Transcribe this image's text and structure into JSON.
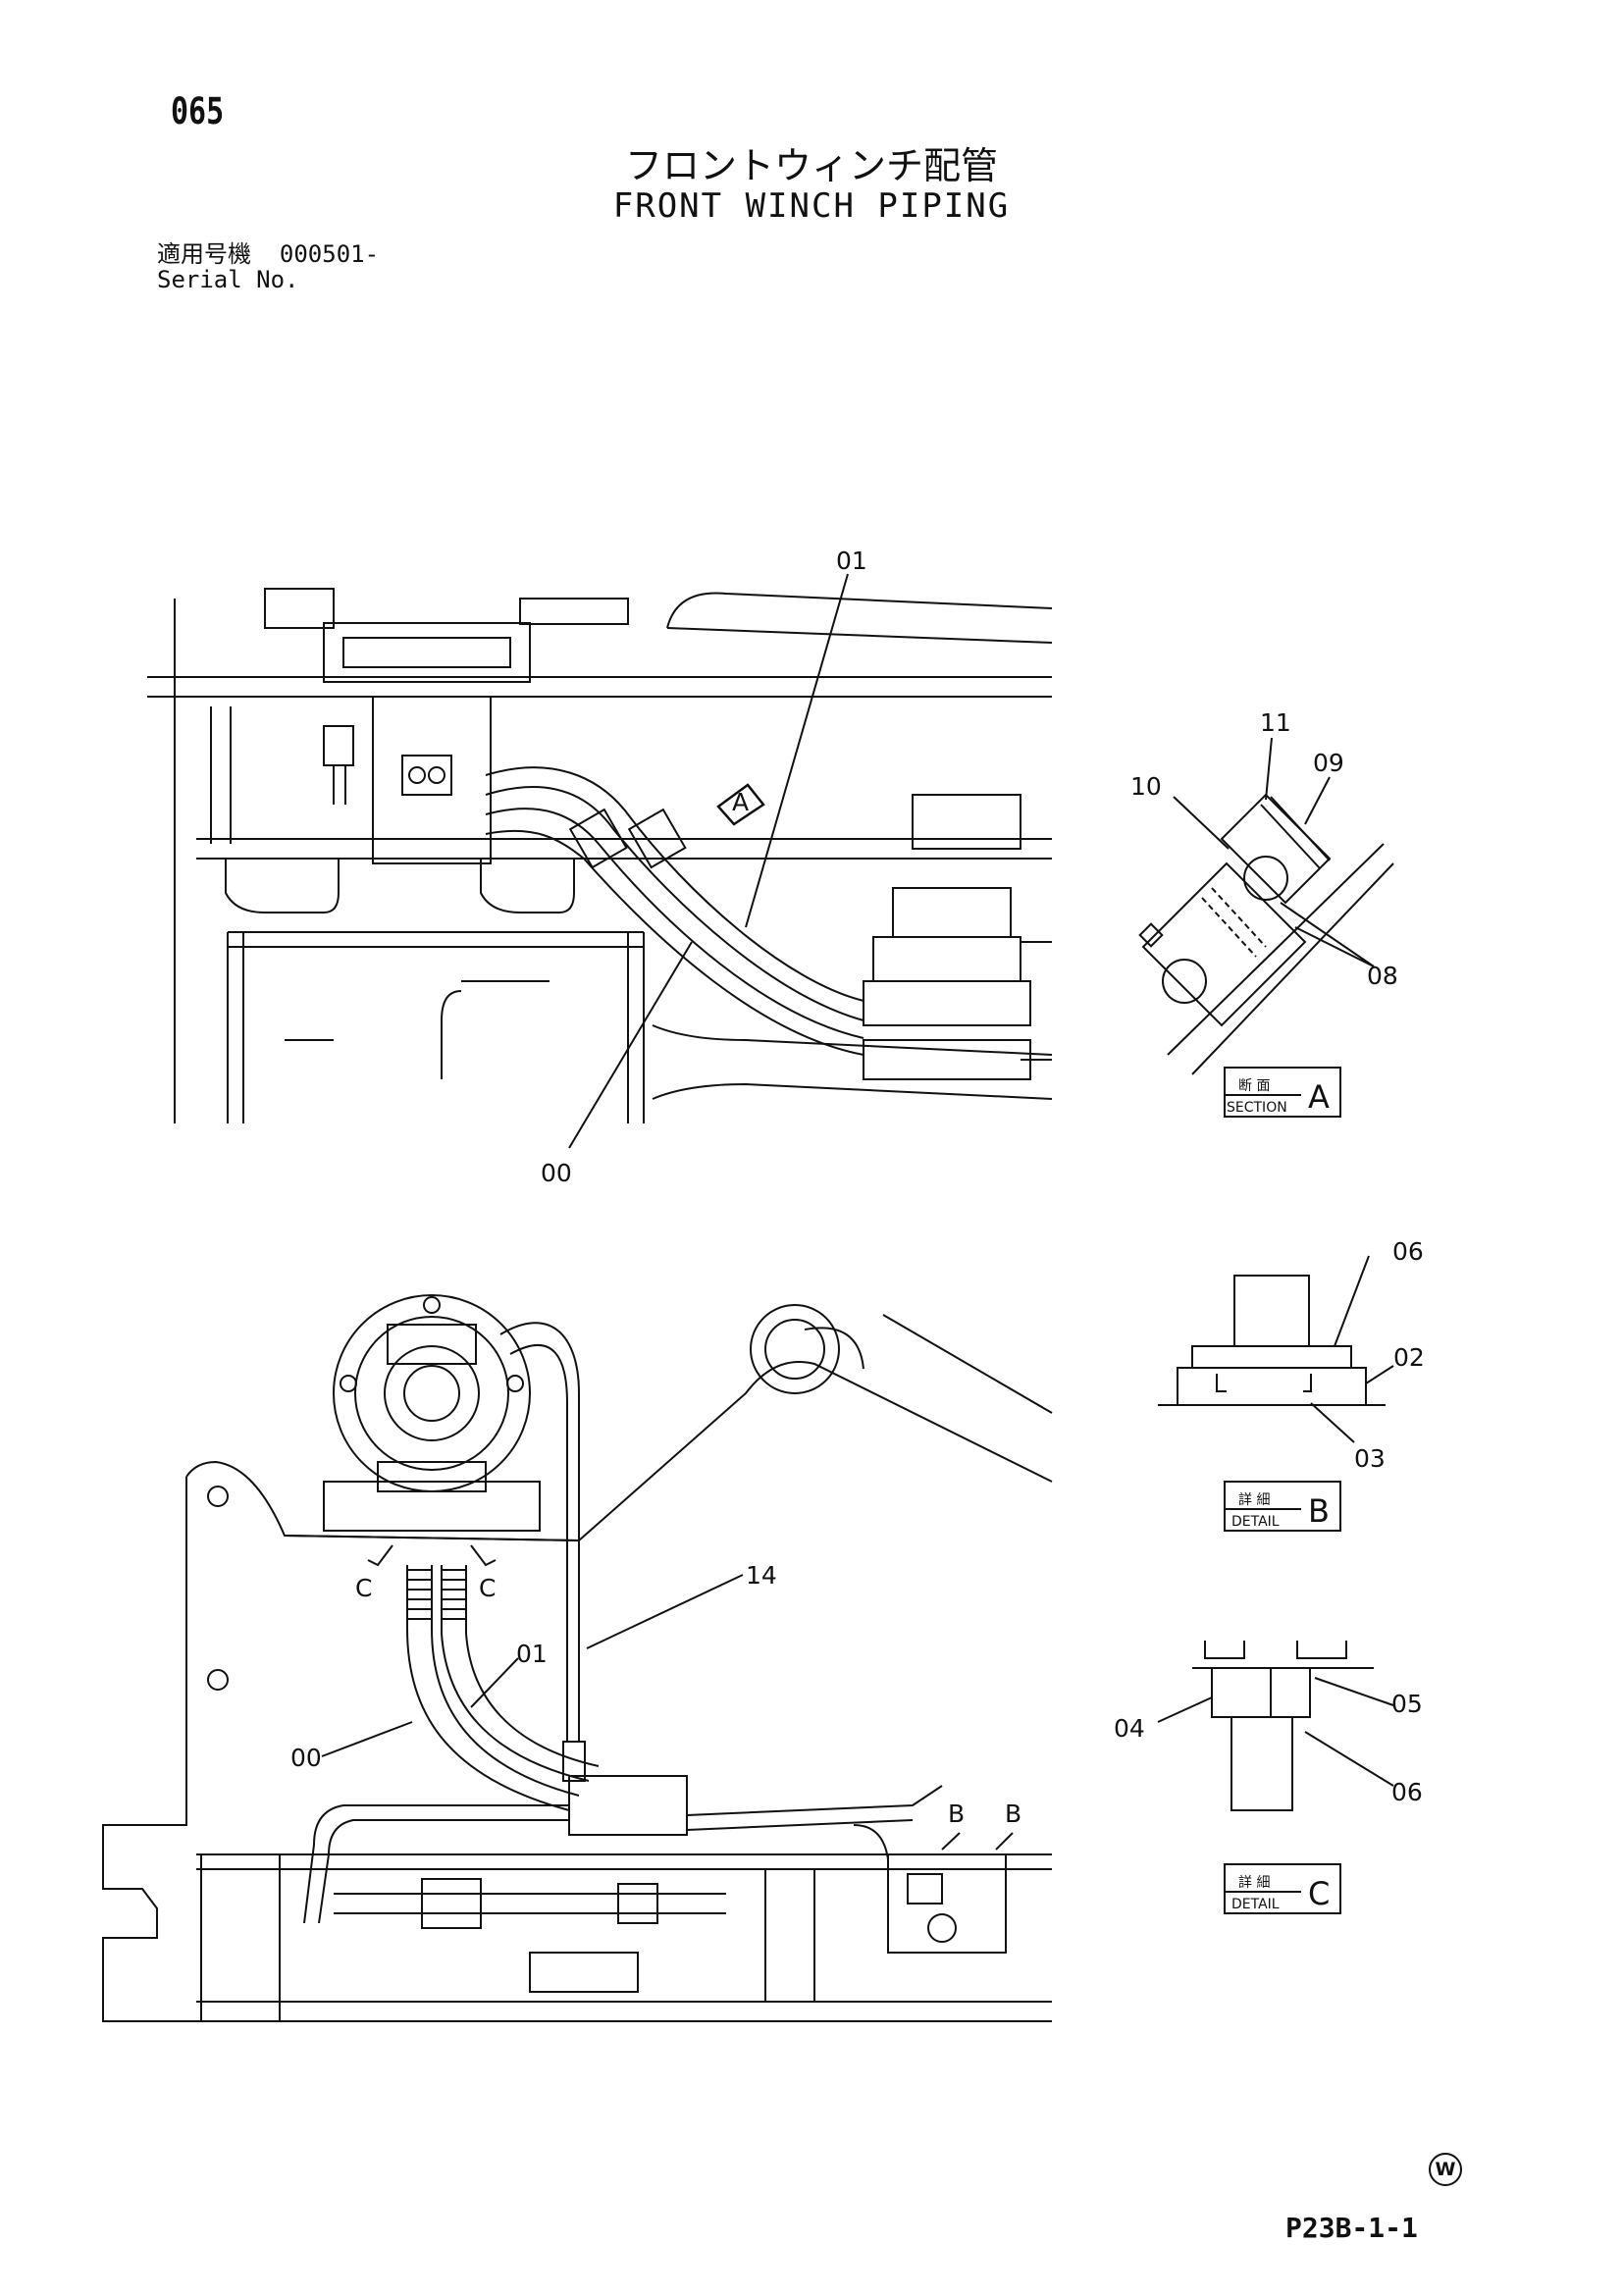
{
  "page_number": "065",
  "title_jp": "フロントウィンチ配管",
  "title_en": "FRONT WINCH PIPING",
  "serial": {
    "label_jp": "適用号機",
    "value": "000501-",
    "label_en": "Serial No."
  },
  "callouts": {
    "top_01": "01",
    "top_00": "00",
    "view_a_marker": "A",
    "bottom_00": "00",
    "bottom_01": "01",
    "bottom_14": "14",
    "mark_c_left": "C",
    "mark_c_right": "C",
    "mark_b_left": "B",
    "mark_b_right": "B"
  },
  "section_a": {
    "parts": [
      "11",
      "09",
      "10",
      "08"
    ],
    "box_jp": "断 面",
    "box_en": "SECTION",
    "box_letter": "A"
  },
  "detail_b": {
    "parts": [
      "06",
      "02",
      "03"
    ],
    "box_jp": "詳 細",
    "box_en": "DETAIL",
    "box_letter": "B"
  },
  "detail_c": {
    "parts": [
      "05",
      "04",
      "06"
    ],
    "box_jp": "詳 細",
    "box_en": "DETAIL",
    "box_letter": "C"
  },
  "watermark_symbol": "W",
  "page_code": "P23B-1-1"
}
